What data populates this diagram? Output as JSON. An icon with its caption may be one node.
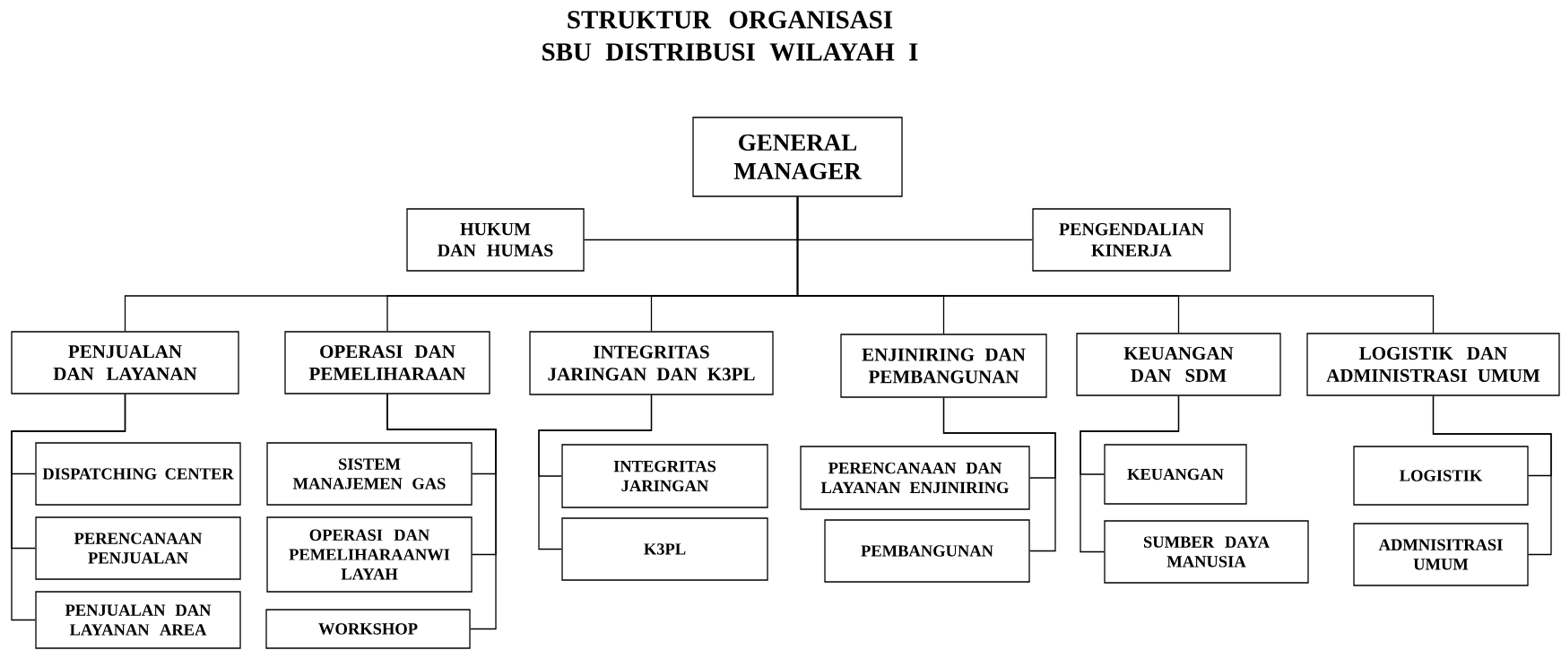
{
  "diagram": {
    "title": "STRUKTUR ORGANISASI SBU DISTRIBUSI WILAYAH I",
    "nodes": [
      {
        "text": [
          "GENERAL MANAGER"
        ]
      },
      {
        "text": [
          "HUKUM DAN HUMAS"
        ]
      },
      {
        "text": [
          "PENGENDALIAN KINERJA"
        ]
      },
      {
        "text": [
          "PENJUALAN DAN LAYANAN"
        ]
      },
      {
        "text": [
          "OPERASI DAN PEMELIHARAAN"
        ]
      },
      {
        "text": [
          "INTEGRITAS JARINGAN DAN K3PL"
        ]
      },
      {
        "text": [
          "ENJINIRING DAN PEMBANGUNAN"
        ]
      },
      {
        "text": [
          "KEUANGAN DAN SDM"
        ]
      },
      {
        "text": [
          "LOGISTIK DAN ADMINISTRASI UMUM"
        ]
      },
      {
        "text": [
          "DISPATCHING CENTER"
        ]
      },
      {
        "text": [
          "PERENCANAAN PENJUALAN"
        ]
      },
      {
        "text": [
          "PENJUALAN DAN LAYANAN AREA"
        ]
      },
      {
        "text": [
          "SISTEM MANAJEMEN GAS"
        ]
      },
      {
        "text": [
          "OPERASI DAN PEMELIHARAANWI LAYAH"
        ]
      },
      {
        "text": [
          "WORKSHOP"
        ]
      },
      {
        "text": [
          "INTEGRITAS JARINGAN"
        ]
      },
      {
        "text": [
          "K3PL"
        ]
      },
      {
        "text": [
          "PERENCANAAN DAN LAYANAN ENJINIRING"
        ]
      },
      {
        "text": [
          "PEMBANGUNAN"
        ]
      },
      {
        "text": [
          "KEUANGAN"
        ]
      },
      {
        "text": [
          "SUMBER DAYA MANUSIA"
        ]
      },
      {
        "text": [
          "LOGISTIK"
        ]
      },
      {
        "text": [
          "ADMNISITRASI UMUM"
        ]
      }
    ],
    "edges": [
      {
        "from": 0,
        "to": 1,
        "arrow": "none"
      },
      {
        "from": 0,
        "to": 2,
        "arrow": "none"
      },
      {
        "from": 0,
        "to": 3,
        "arrow": "none"
      },
      {
        "from": 0,
        "to": 4,
        "arrow": "none"
      },
      {
        "from": 0,
        "to": 5,
        "arrow": "none"
      },
      {
        "from": 0,
        "to": 6,
        "arrow": "none"
      },
      {
        "from": 0,
        "to": 7,
        "arrow": "none"
      },
      {
        "from": 0,
        "to": 8,
        "arrow": "none"
      },
      {
        "from": 3,
        "to": 9,
        "arrow": "none"
      },
      {
        "from": 3,
        "to": 10,
        "arrow": "none"
      },
      {
        "from": 3,
        "to": 11,
        "arrow": "none"
      },
      {
        "from": 4,
        "to": 12,
        "arrow": "none"
      },
      {
        "from": 4,
        "to": 13,
        "arrow": "none"
      },
      {
        "from": 4,
        "to": 14,
        "arrow": "none"
      },
      {
        "from": 5,
        "to": 15,
        "arrow": "none"
      },
      {
        "from": 5,
        "to": 16,
        "arrow": "none"
      },
      {
        "from": 6,
        "to": 17,
        "arrow": "none"
      },
      {
        "from": 6,
        "to": 18,
        "arrow": "none"
      },
      {
        "from": 7,
        "to": 19,
        "arrow": "none"
      },
      {
        "from": 7,
        "to": 20,
        "arrow": "none"
      },
      {
        "from": 8,
        "to": 21,
        "arrow": "none"
      },
      {
        "from": 8,
        "to": 22,
        "arrow": "none"
      }
    ]
  }
}
